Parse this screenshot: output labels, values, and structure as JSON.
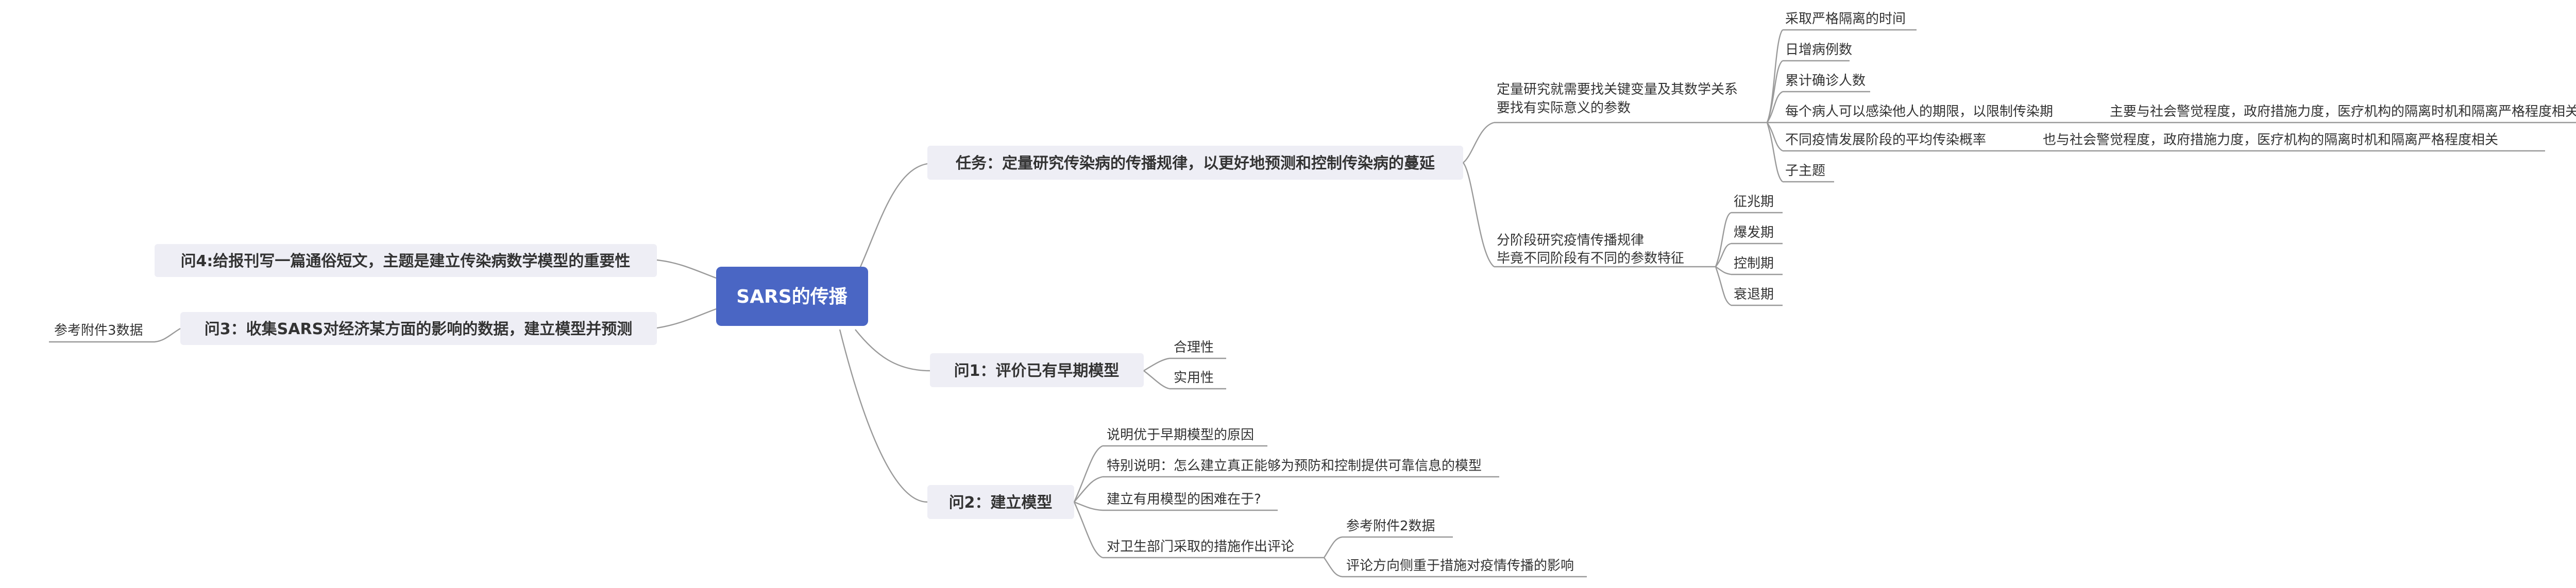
{
  "root": {
    "label": "SARS的传播",
    "color": "#4a66c4"
  },
  "colors": {
    "level1_bg": "#eeeef5",
    "line": "#9a9a9a"
  },
  "task": {
    "label": "任务：定量研究传染病的传播规律，以更好地预测和控制传染病的蔓延",
    "quant": {
      "line1": "定量研究就需要找关键变量及其数学关系",
      "line2": "要找有实际意义的参数",
      "items": {
        "strict_time": "采取严格隔离的时间",
        "daily_cases": "日增病例数",
        "cumulative": "累计确诊人数",
        "infect_period": "每个病人可以感染他人的期限，以限制传染期",
        "infect_period_note": "主要与社会警觉程度，政府措施力度，医疗机构的隔离时机和隔离严格程度相关",
        "avg_prob": "不同疫情发展阶段的平均传染概率",
        "avg_prob_note": "也与社会警觉程度，政府措施力度，医疗机构的隔离时机和隔离严格程度相关",
        "subtopic": "子主题"
      }
    },
    "stages": {
      "line1": "分阶段研究疫情传播规律",
      "line2": "毕竟不同阶段有不同的参数特征",
      "items": {
        "s1": "征兆期",
        "s2": "爆发期",
        "s3": "控制期",
        "s4": "衰退期"
      }
    }
  },
  "q1": {
    "label": "问1：评价已有早期模型",
    "items": {
      "a": "合理性",
      "b": "实用性"
    }
  },
  "q2": {
    "label": "问2：建立模型",
    "items": {
      "a": "说明优于早期模型的原因",
      "b": "特别说明：怎么建立真正能够为预防和控制提供可靠信息的模型",
      "c": "建立有用模型的困难在于?",
      "d": "对卫生部门采取的措施作出评论",
      "d1": "参考附件2数据",
      "d2": "评论方向侧重于措施对疫情传播的影响"
    }
  },
  "q3": {
    "label": "问3：收集SARS对经济某方面的影响的数据，建立模型并预测",
    "ref": "参考附件3数据"
  },
  "q4": {
    "label": "问4:给报刊写一篇通俗短文，主题是建立传染病数学模型的重要性"
  }
}
